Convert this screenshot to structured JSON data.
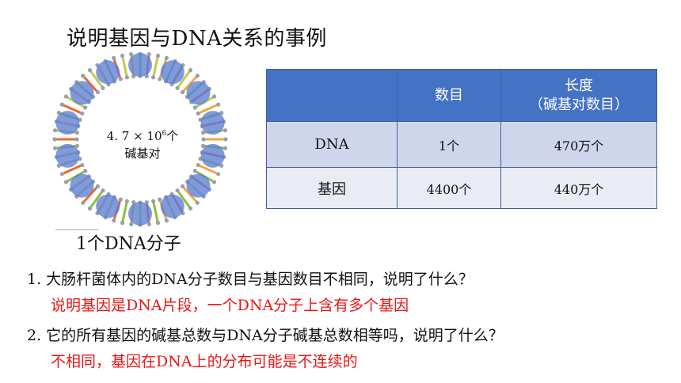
{
  "title": "说明基因与DNA关系的事例",
  "figure": {
    "center_label_line1_prefix": "4. 7 × 10",
    "center_label_exp": "6",
    "center_label_line1_suffix": "个",
    "center_label_line2": "碱基对",
    "caption": "1个DNA分子"
  },
  "table": {
    "header": [
      "",
      "数目",
      "长度",
      "（碱基对数目）"
    ],
    "rows": [
      {
        "name": "DNA",
        "count": "1个",
        "length": "470万个"
      },
      {
        "name": "基因",
        "count": "4400个",
        "length": "440万个"
      }
    ]
  },
  "questions": [
    {
      "q": "1. 大肠杆菌体内的DNA分子数目与基因数目不相同，说明了什么？",
      "a": "说明基因是DNA片段，一个DNA分子上含有多个基因"
    },
    {
      "q": "2. 它的所有基因的碱基总数与DNA分子碱基总数相等吗，说明了什么？",
      "a": "不相同，基因在DNA上的分布可能是不连续的"
    }
  ],
  "colors": {
    "header_bg": "#4472c4",
    "row1_bg": "#cfd5ea",
    "row2_bg": "#e9ebf5",
    "answer": "#e81717"
  }
}
